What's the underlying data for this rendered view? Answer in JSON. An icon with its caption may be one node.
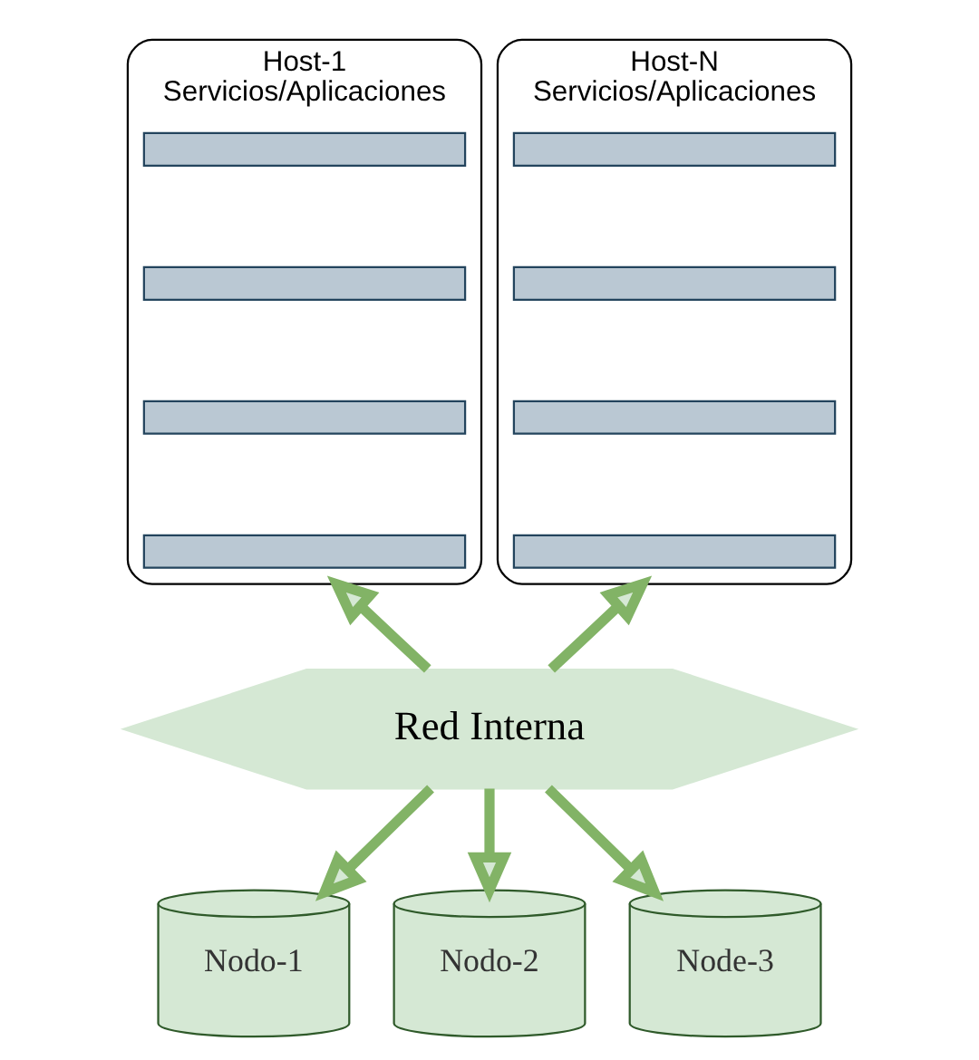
{
  "diagram": {
    "nodes": [
      {
        "text": [
          "Host-1",
          "Servicios/Aplicaciones"
        ]
      },
      {
        "text": [],
        "shape": "bar",
        "in": 0
      },
      {
        "text": [],
        "shape": "bar",
        "in": 0
      },
      {
        "text": [],
        "shape": "bar",
        "in": 0
      },
      {
        "text": [],
        "shape": "bar",
        "in": 0
      },
      {
        "text": [
          "Host-N",
          "Servicios/Aplicaciones"
        ]
      },
      {
        "text": [],
        "shape": "bar",
        "in": 5
      },
      {
        "text": [],
        "shape": "bar",
        "in": 5
      },
      {
        "text": [],
        "shape": "bar",
        "in": 5
      },
      {
        "text": [],
        "shape": "bar",
        "in": 5
      },
      {
        "text": [
          "Red Interna"
        ]
      },
      {
        "text": [
          "Nodo-1"
        ]
      },
      {
        "text": [
          "Nodo-2"
        ]
      },
      {
        "text": [
          "Node-3"
        ]
      }
    ],
    "edges": [
      {
        "from": 10,
        "to": 0,
        "arrow": "to"
      },
      {
        "from": 10,
        "to": 5,
        "arrow": "to"
      },
      {
        "from": 10,
        "to": 11,
        "arrow": "to"
      },
      {
        "from": 10,
        "to": 12,
        "arrow": "to"
      },
      {
        "from": 10,
        "to": 13,
        "arrow": "to"
      }
    ]
  }
}
